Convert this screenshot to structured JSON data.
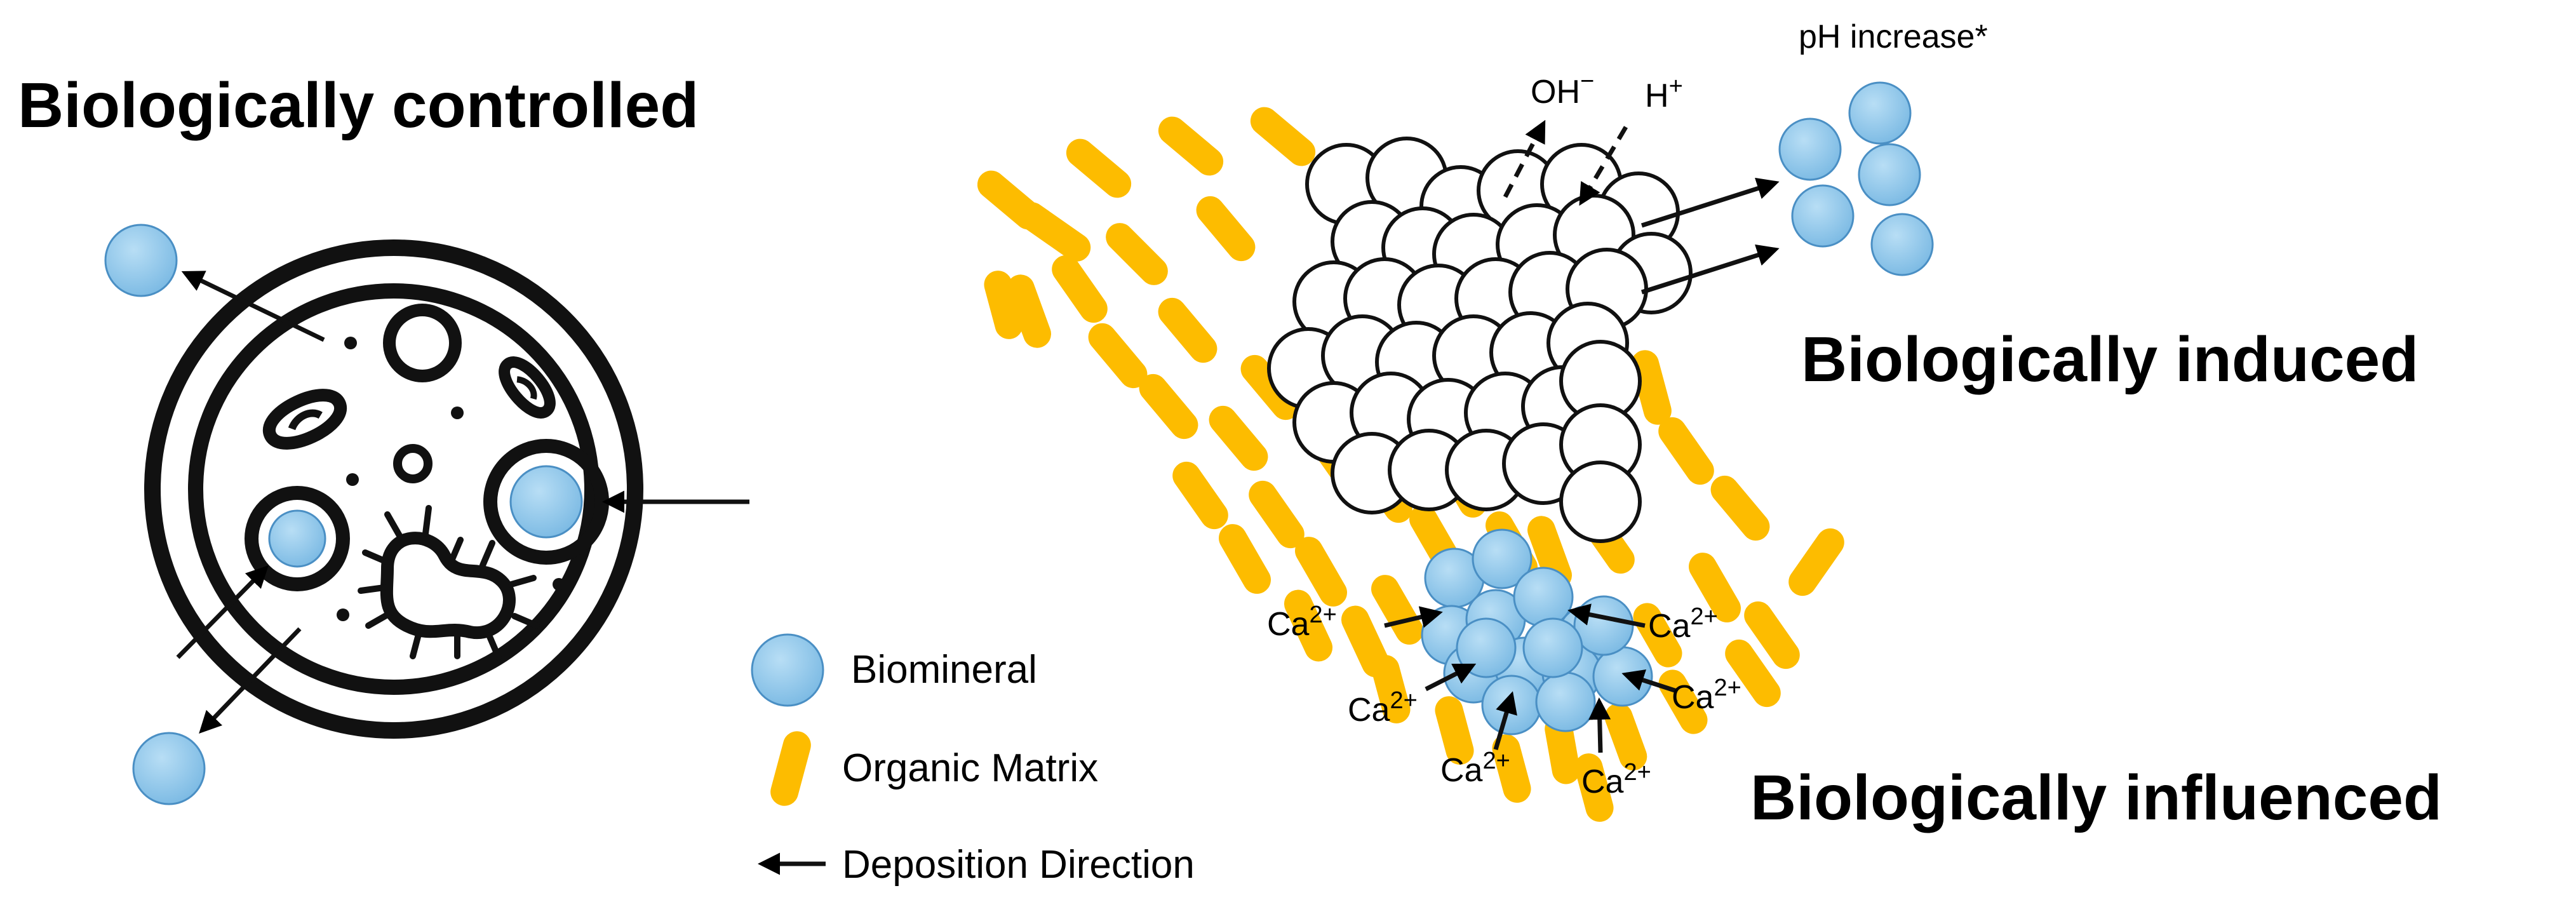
{
  "headings": {
    "controlled": "Biologically controlled",
    "induced": "Biologically induced",
    "influenced": "Biologically influenced"
  },
  "induced_labels": {
    "ph": "pH increase*",
    "oh": "OH",
    "oh_sup": "−",
    "h": "H",
    "h_sup": "+"
  },
  "calcium_ion": {
    "base": "Ca",
    "sup": "2+"
  },
  "legend": {
    "biomineral": "Biomineral",
    "organic_matrix": "Organic Matrix",
    "deposition": "Deposition Direction"
  },
  "colors": {
    "biomineral_fill": "#8EC7EA",
    "biomineral_stroke": "#4A8FC4",
    "organic_matrix": "#FDBC00",
    "outline": "#111111"
  },
  "icons": {
    "cell": "cell-icon",
    "bacterium": "bacterium-icon",
    "arrow": "arrow-icon"
  }
}
